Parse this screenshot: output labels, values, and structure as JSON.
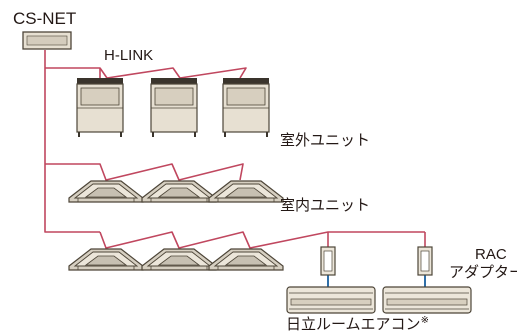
{
  "labels": {
    "cs_net": "CS-NET",
    "h_link": "H-LINK",
    "outdoor_units": "室外ユニット",
    "indoor_units": "室内ユニット",
    "rac_adapter_line1": "RAC",
    "rac_adapter_line2": "アダプター",
    "hitachi_room_aircon": "日立ルームエアコン",
    "footnote_mark": "※"
  },
  "colors": {
    "network_line": "#c0475f",
    "adapter_cable": "#2f6fa8",
    "unit_fill": "#e7e0d2",
    "unit_stroke": "#4d4538",
    "unit_top": "#3a342c",
    "label_text": "#231815"
  },
  "icons": {
    "controller": "cs-net-controller-icon",
    "outdoor_unit": "outdoor-unit-icon",
    "cassette_unit": "ceiling-cassette-unit-icon",
    "rac_adapter": "rac-adapter-icon",
    "room_aircon": "room-aircon-icon"
  },
  "counts": {
    "outdoor_units": 3,
    "indoor_units_row1": 3,
    "indoor_units_row2": 3,
    "room_aircons": 2
  }
}
